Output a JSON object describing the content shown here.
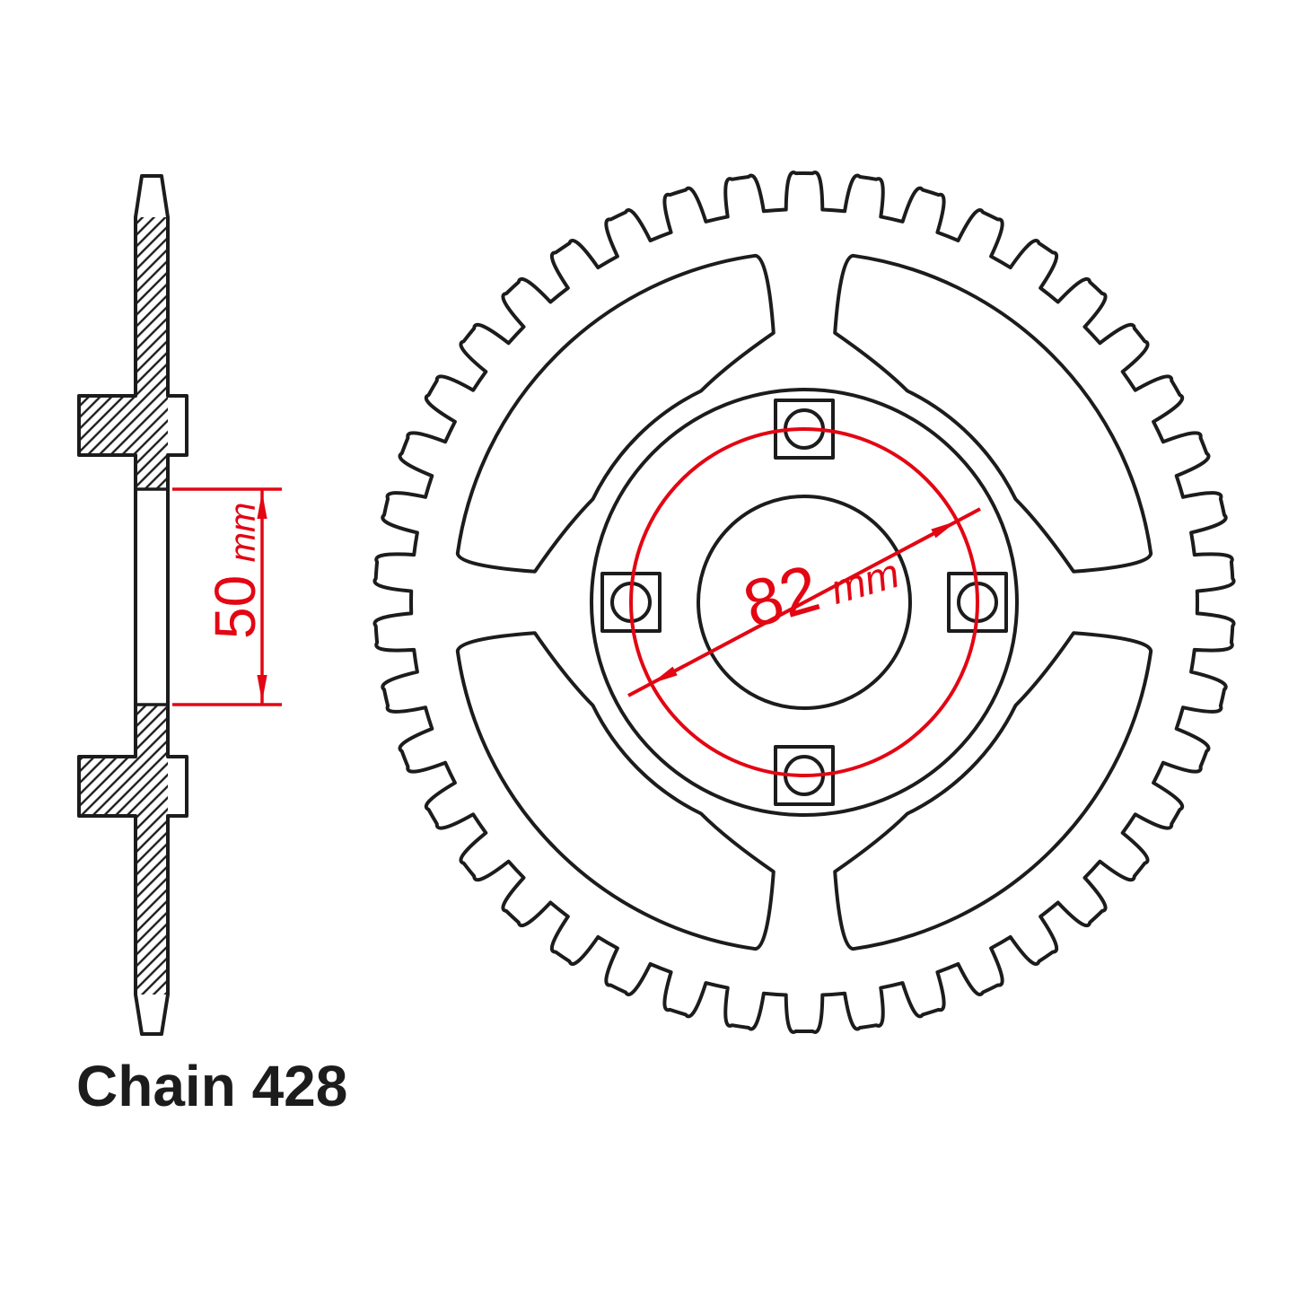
{
  "page": {
    "background": "#ffffff"
  },
  "colors": {
    "line": "#1c1c1c",
    "dimension": "#e30613"
  },
  "labels": {
    "chain_label": "Chain 428",
    "side_dimension": {
      "value": "50",
      "unit": "mm"
    },
    "front_dimension": {
      "value": "82",
      "unit": "mm"
    }
  },
  "sprocket": {
    "teeth_count": 42,
    "bolt_hole_count": 4
  }
}
